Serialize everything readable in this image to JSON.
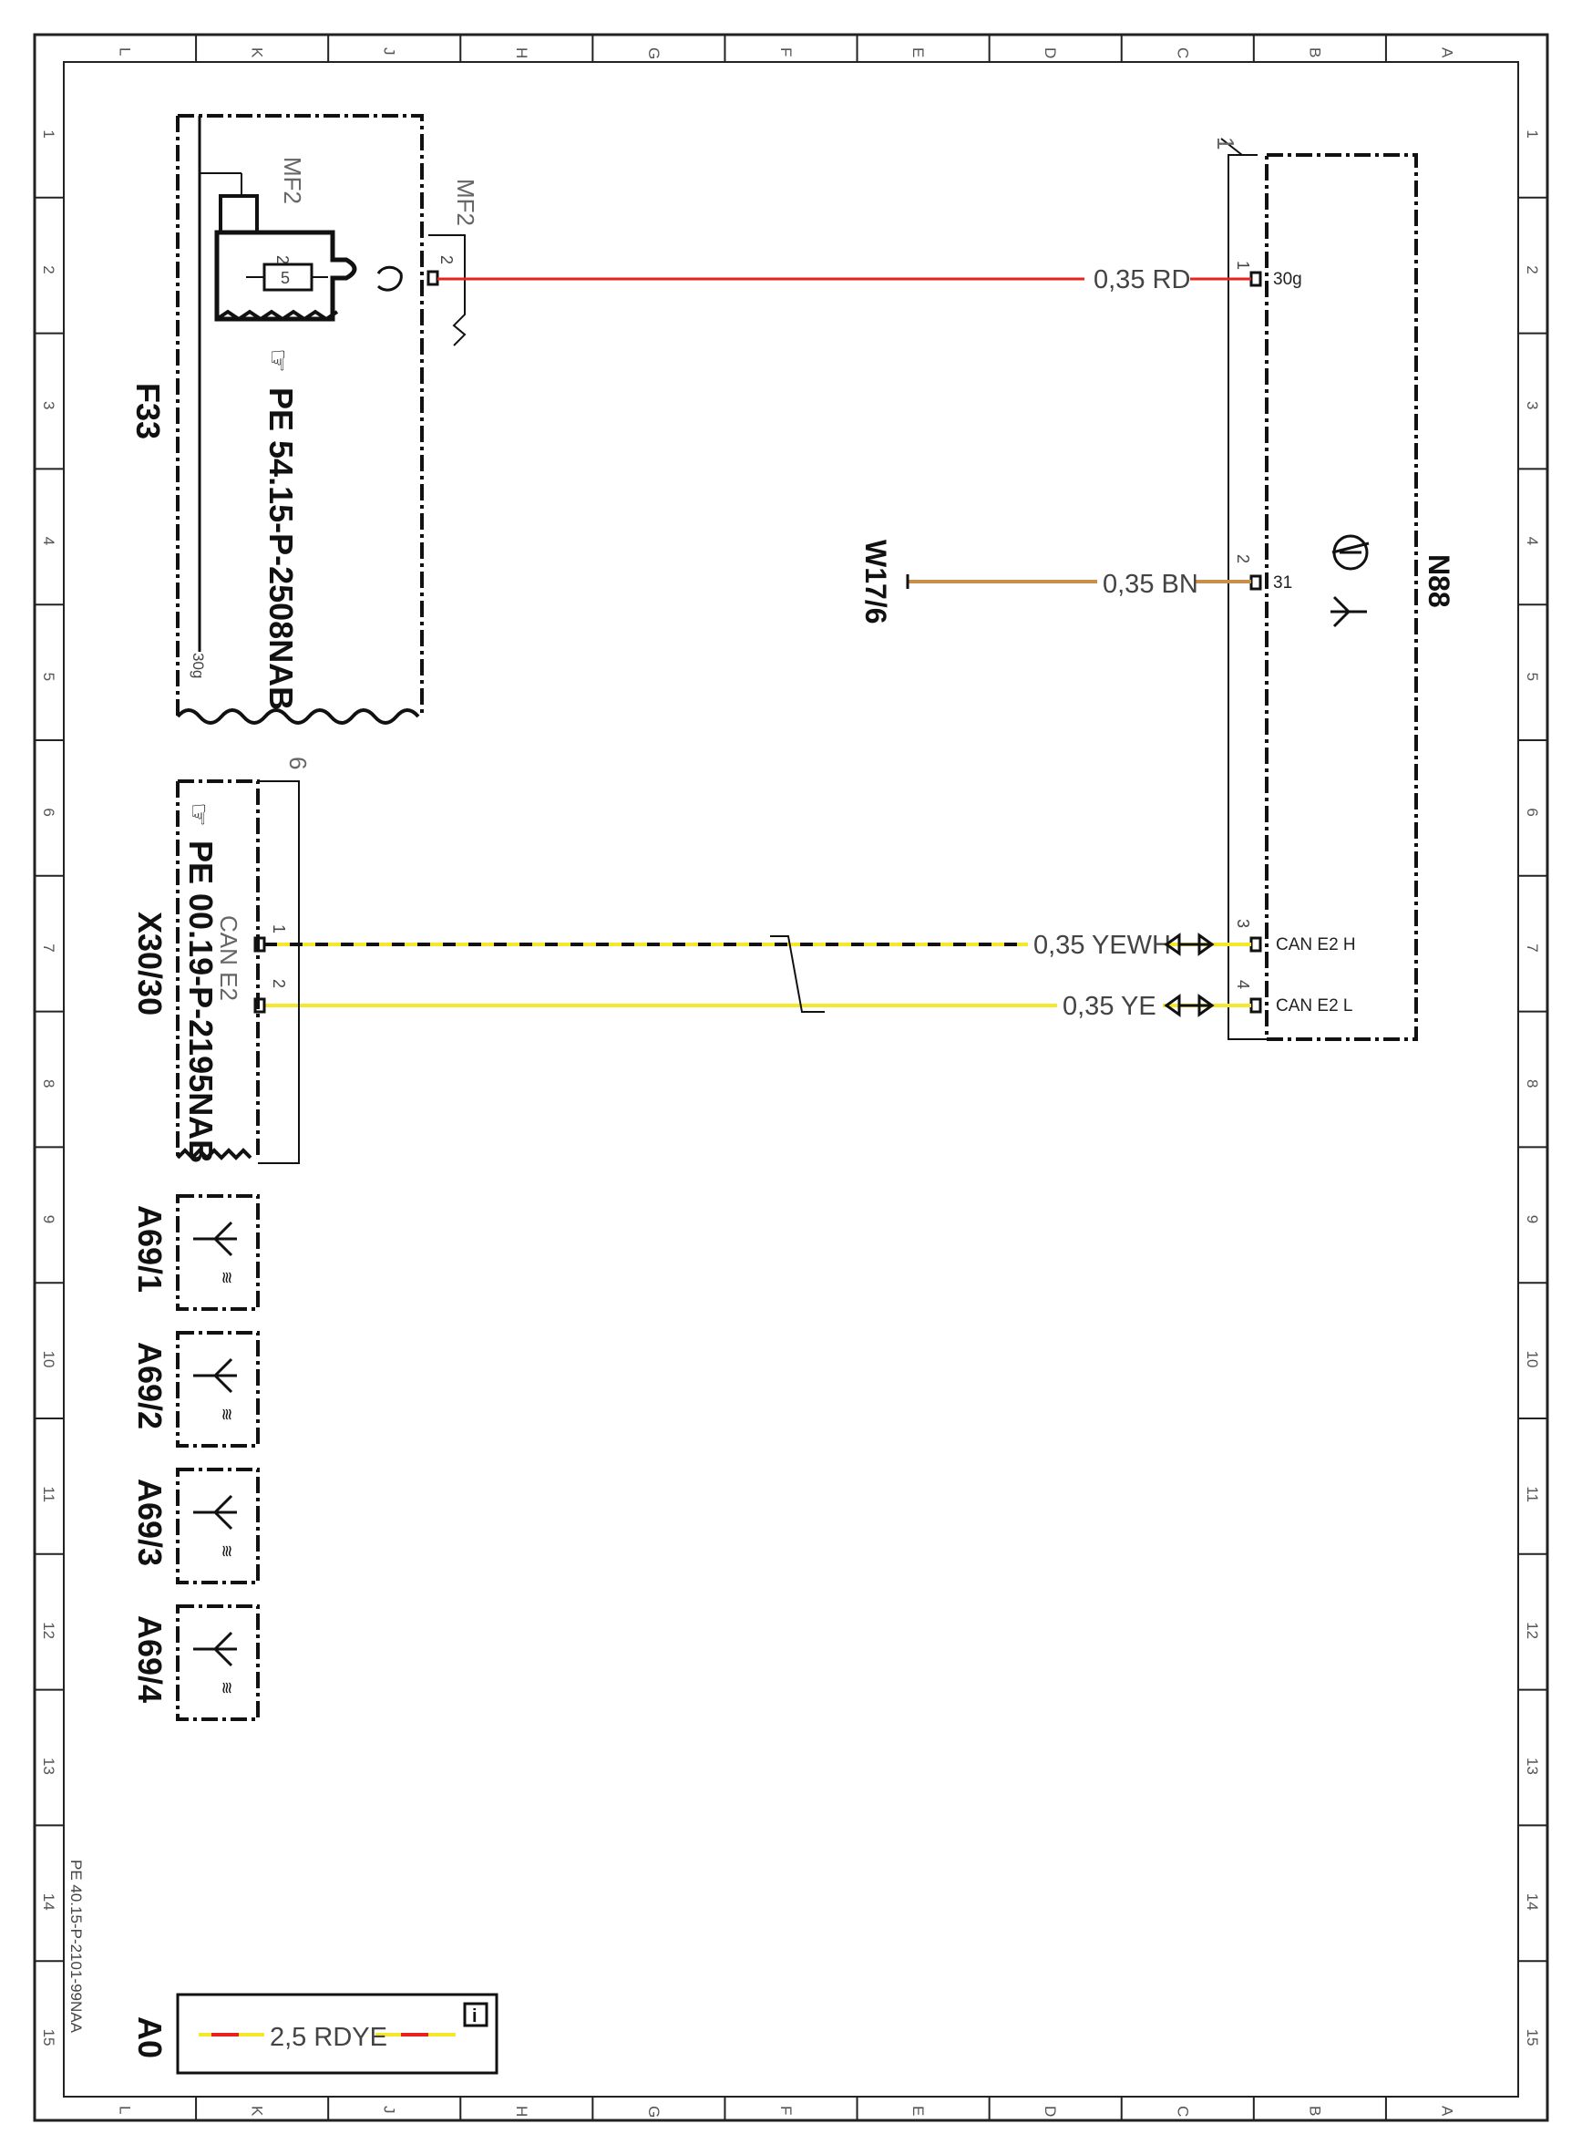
{
  "grid": {
    "letters": [
      "L",
      "K",
      "J",
      "H",
      "G",
      "F",
      "E",
      "D",
      "C",
      "B",
      "A"
    ],
    "numbers": [
      "1",
      "2",
      "3",
      "4",
      "5",
      "6",
      "7",
      "8",
      "9",
      "10",
      "11",
      "12",
      "13",
      "14",
      "15"
    ]
  },
  "fuse_block": {
    "id": "F33",
    "ref": "PE 54.15-P-2508NAB",
    "mf_inner": "MF2",
    "mf_outer": "MF2",
    "fuse_no": "5",
    "fuse_pin_top": "2",
    "connector_pin": "2",
    "bus_label": "30g"
  },
  "module": {
    "id": "N88",
    "group_no": "1",
    "pins": [
      {
        "num": "1",
        "label": "30g"
      },
      {
        "num": "2",
        "label": "31"
      },
      {
        "num": "3",
        "label": "CAN E2 H"
      },
      {
        "num": "4",
        "label": "CAN E2 L"
      }
    ]
  },
  "ground": {
    "id": "W17/6"
  },
  "connector": {
    "id": "X30/30",
    "ref": "PE 00.19-P-2195NAB",
    "can_label": "CAN E2",
    "group_no": "6",
    "pins": [
      "1",
      "2"
    ]
  },
  "wires": [
    {
      "label": "0,35 RD",
      "color": "#e8231f"
    },
    {
      "label": "0,35 BN",
      "color": "#c98f4a"
    },
    {
      "label": "0,35 YEWH",
      "color": "#f5e72a"
    },
    {
      "label": "0,35 YE",
      "color": "#f5e72a"
    }
  ],
  "sensors": [
    {
      "id": "A69/1"
    },
    {
      "id": "A69/2"
    },
    {
      "id": "A69/3"
    },
    {
      "id": "A69/4"
    }
  ],
  "legend": {
    "wire_label": "2,5 RDYE",
    "info_icon": "info-icon"
  },
  "footer": {
    "sheet_ref": "PE 40.15-P-2101-99NAA",
    "sheet_id": "A0"
  }
}
